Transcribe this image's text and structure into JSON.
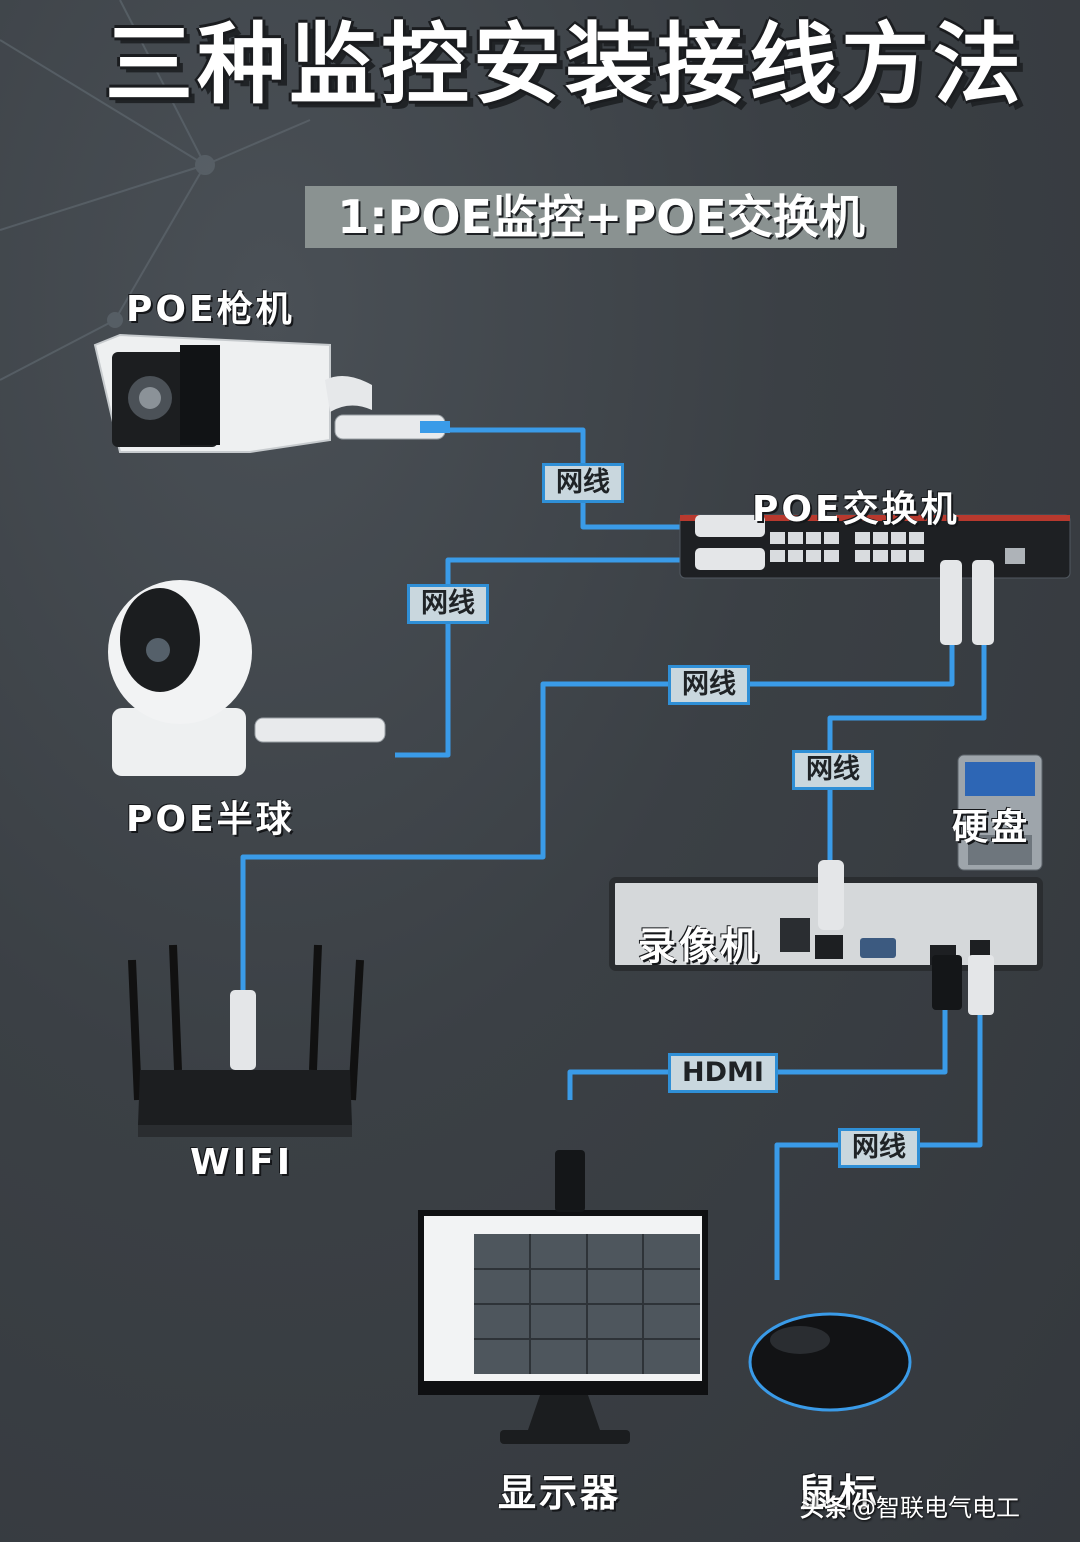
{
  "title": "三种监控安装接线方法",
  "subtitle": "1:POE监控+POE交换机",
  "devices": {
    "bullet_camera": "POE枪机",
    "dome_camera": "POE半球",
    "poe_switch": "POE交换机",
    "hard_disk": "硬盘",
    "nvr": "录像机",
    "router": "WIFI",
    "monitor": "显示器",
    "mouse": "鼠标"
  },
  "cables": {
    "camera_to_switch": "网线",
    "dome_to_switch": "网线",
    "switch_to_router": "网线",
    "switch_to_nvr": "网线",
    "nvr_to_monitor": "HDMI",
    "nvr_to_mouse": "网线"
  },
  "watermark": {
    "brand": "头条",
    "account": "@智联电气电工"
  },
  "colors": {
    "background": "#3a3f44",
    "cable": "#3a9be8",
    "label_fill": "#c9d7de",
    "subtitle_fill": "#8a9291"
  }
}
